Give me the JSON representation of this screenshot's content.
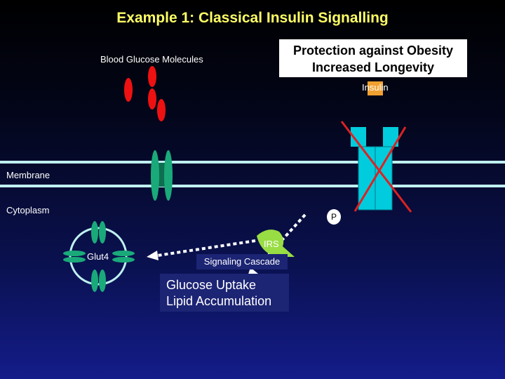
{
  "title": "Example 1: Classical Insulin Signalling",
  "labels": {
    "blood_glucose": "Blood Glucose Molecules",
    "protection_line1": "Protection against Obesity",
    "protection_line2": "Increased Longevity",
    "insulin": "Insulin",
    "membrane": "Membrane",
    "cytoplasm": "Cytoplasm",
    "p": "P",
    "irs": "IRS",
    "glut4": "Glut4",
    "signaling_cascade": "Signaling Cascade",
    "uptake_line1": "Glucose Uptake",
    "uptake_line2": "Lipid Accumulation"
  },
  "colors": {
    "glucose": "#ee1111",
    "transporter": "#1aaa7a",
    "receptor": "#00ccdd",
    "membrane": "#bff0f0",
    "insulin": "#f0a030",
    "irs": "#99dd44",
    "cross": "#dd2222",
    "title": "#ffff66"
  }
}
